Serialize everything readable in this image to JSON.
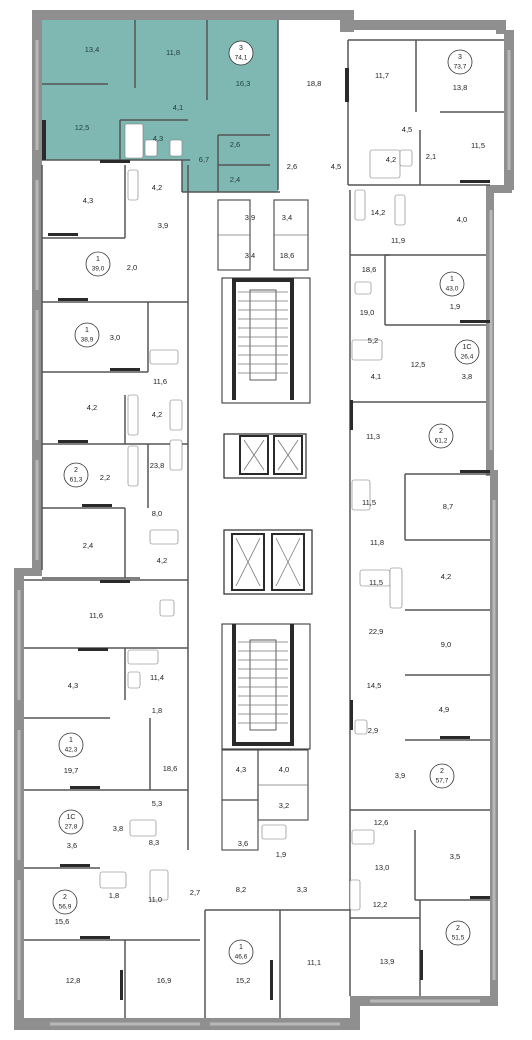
{
  "plan": {
    "accent_color": "#7fb8b2",
    "highlighted_apartment": "apt-3-74-1",
    "apartments": [
      {
        "id": "apt-3-74-1",
        "rooms": "3",
        "area": "74,1"
      },
      {
        "id": "apt-3-73-7",
        "rooms": "3",
        "area": "73,7"
      },
      {
        "id": "apt-1-39-0",
        "rooms": "1",
        "area": "39,0"
      },
      {
        "id": "apt-1-43-0",
        "rooms": "1",
        "area": "43,0"
      },
      {
        "id": "apt-1-38-9",
        "rooms": "1",
        "area": "38,9"
      },
      {
        "id": "apt-1c-26-4",
        "rooms": "1С",
        "area": "26,4"
      },
      {
        "id": "apt-2-61-2",
        "rooms": "2",
        "area": "61,2"
      },
      {
        "id": "apt-2-61-3",
        "rooms": "2",
        "area": "61,3"
      },
      {
        "id": "apt-1-42-3",
        "rooms": "1",
        "area": "42,3"
      },
      {
        "id": "apt-2-57-7",
        "rooms": "2",
        "area": "57,7"
      },
      {
        "id": "apt-1c-27-8",
        "rooms": "1С",
        "area": "27,8"
      },
      {
        "id": "apt-2-56-9",
        "rooms": "2",
        "area": "56,9"
      },
      {
        "id": "apt-2-51-5",
        "rooms": "2",
        "area": "51,5"
      },
      {
        "id": "apt-1-46-6",
        "rooms": "1",
        "area": "46,6"
      }
    ],
    "room_areas": [
      "13,4",
      "11,8",
      "16,3",
      "12,5",
      "4,1",
      "4,3",
      "6,7",
      "2,6",
      "2,4",
      "18,8",
      "2,6",
      "4,5",
      "11,7",
      "13,8",
      "4,5",
      "4,2",
      "2,1",
      "11,5",
      "4,2",
      "14,2",
      "4,0",
      "11,9",
      "4,3",
      "3,9",
      "3,9",
      "3,4",
      "3,4",
      "18,6",
      "2,0",
      "18,6",
      "1,9",
      "19,0",
      "3,0",
      "5,2",
      "12,5",
      "3,8",
      "4,1",
      "11,6",
      "4,2",
      "4,2",
      "23,8",
      "11,3",
      "2,2",
      "11,5",
      "8,7",
      "8,0",
      "11,8",
      "2,4",
      "4,2",
      "11,5",
      "4,2",
      "22,9",
      "11,6",
      "9,0",
      "14,5",
      "4,3",
      "11,4",
      "4,9",
      "1,8",
      "2,9",
      "18,6",
      "19,7",
      "3,9",
      "4,3",
      "4,0",
      "3,2",
      "5,3",
      "3,8",
      "8,3",
      "12,6",
      "3,6",
      "3,6",
      "1,9",
      "13,0",
      "3,5",
      "1,8",
      "11,0",
      "2,7",
      "8,2",
      "3,3",
      "12,2",
      "15,6",
      "12,8",
      "16,9",
      "15,2",
      "11,1",
      "13,9"
    ]
  }
}
